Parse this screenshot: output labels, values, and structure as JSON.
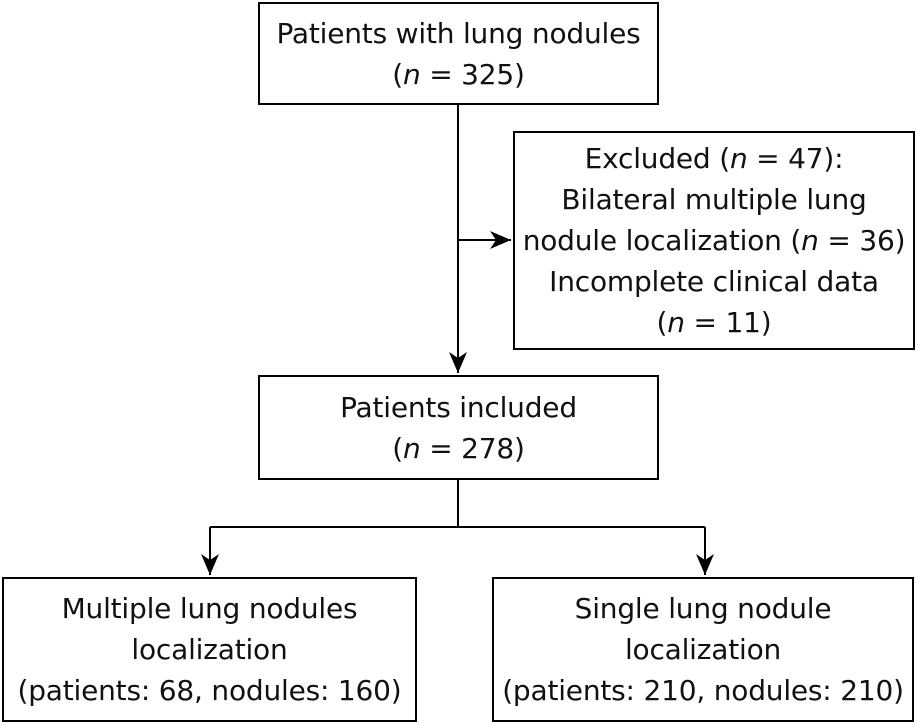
{
  "diagram": {
    "start": {
      "line1": "Patients with lung nodules",
      "n_prefix": "(",
      "n_symbol": "n",
      "n_rest": " = 325)"
    },
    "excluded": {
      "line1_pre": "Excluded (",
      "n_symbol": "n",
      "line1_post": " = 47):",
      "line2": "Bilateral multiple lung",
      "line3_pre": "nodule localization (",
      "line3_post": " = 36)",
      "line4": "Incomplete clinical data",
      "line5_pre": "(",
      "line5_post": " = 11)"
    },
    "included": {
      "line1": "Patients included",
      "n_prefix": "(",
      "n_symbol": "n",
      "n_rest": " = 278)"
    },
    "multiple": {
      "line1": "Multiple lung nodules",
      "line2": "localization",
      "line3": "(patients: 68, nodules: 160)"
    },
    "single": {
      "line1": "Single lung nodule",
      "line2": "localization",
      "line3": "(patients: 210, nodules: 210)"
    },
    "colors": {
      "stroke": "#000000",
      "text": "#111111",
      "background": "#ffffff"
    }
  }
}
